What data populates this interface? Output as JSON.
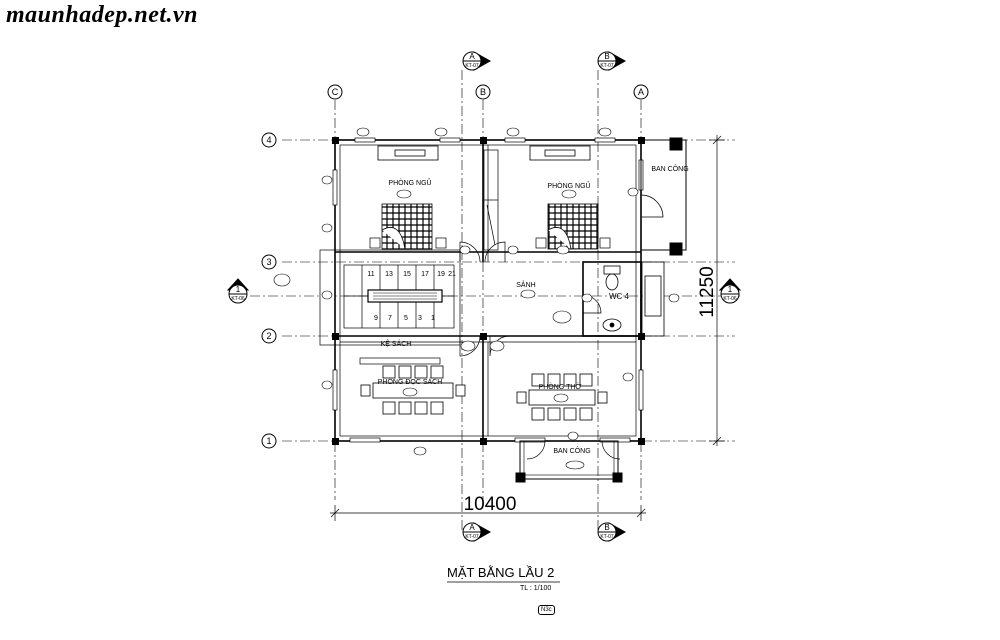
{
  "watermark": "maunhadep.net.vn",
  "title": "MẶT BẰNG LẦU 2",
  "scale": "TL : 1/100",
  "north_tag": "N3c",
  "dimensions": {
    "width": "10400",
    "height": "11250"
  },
  "grid_columns": [
    "C",
    "B",
    "A"
  ],
  "grid_rows": [
    "4",
    "3",
    "2",
    "1"
  ],
  "section_markers": {
    "a_label": "A",
    "b_label": "B",
    "sheet": "KT-07",
    "left_num": "1",
    "left_sheet": "KT-06",
    "right_num": "1",
    "right_sheet": "KT-06"
  },
  "rooms": {
    "bedroom_left": "PHÒNG NGỦ",
    "bedroom_right": "PHÒNG NGỦ",
    "balcony_top": "BAN CÔNG",
    "hall": "SẢNH",
    "wc": "WC 4",
    "bookshelf": "KỆ SÁCH",
    "reading_room": "PHÒNG ĐỌC SÁCH",
    "worship_room": "PHÒNG THỜ",
    "balcony_bottom": "BAN CÔNG"
  },
  "stairs": {
    "top_numbers": [
      "11",
      "13",
      "15",
      "17",
      "19",
      "21"
    ],
    "bottom_numbers": [
      "9",
      "7",
      "5",
      "3",
      "1"
    ]
  },
  "colors": {
    "line": "#000000",
    "background": "#ffffff"
  }
}
